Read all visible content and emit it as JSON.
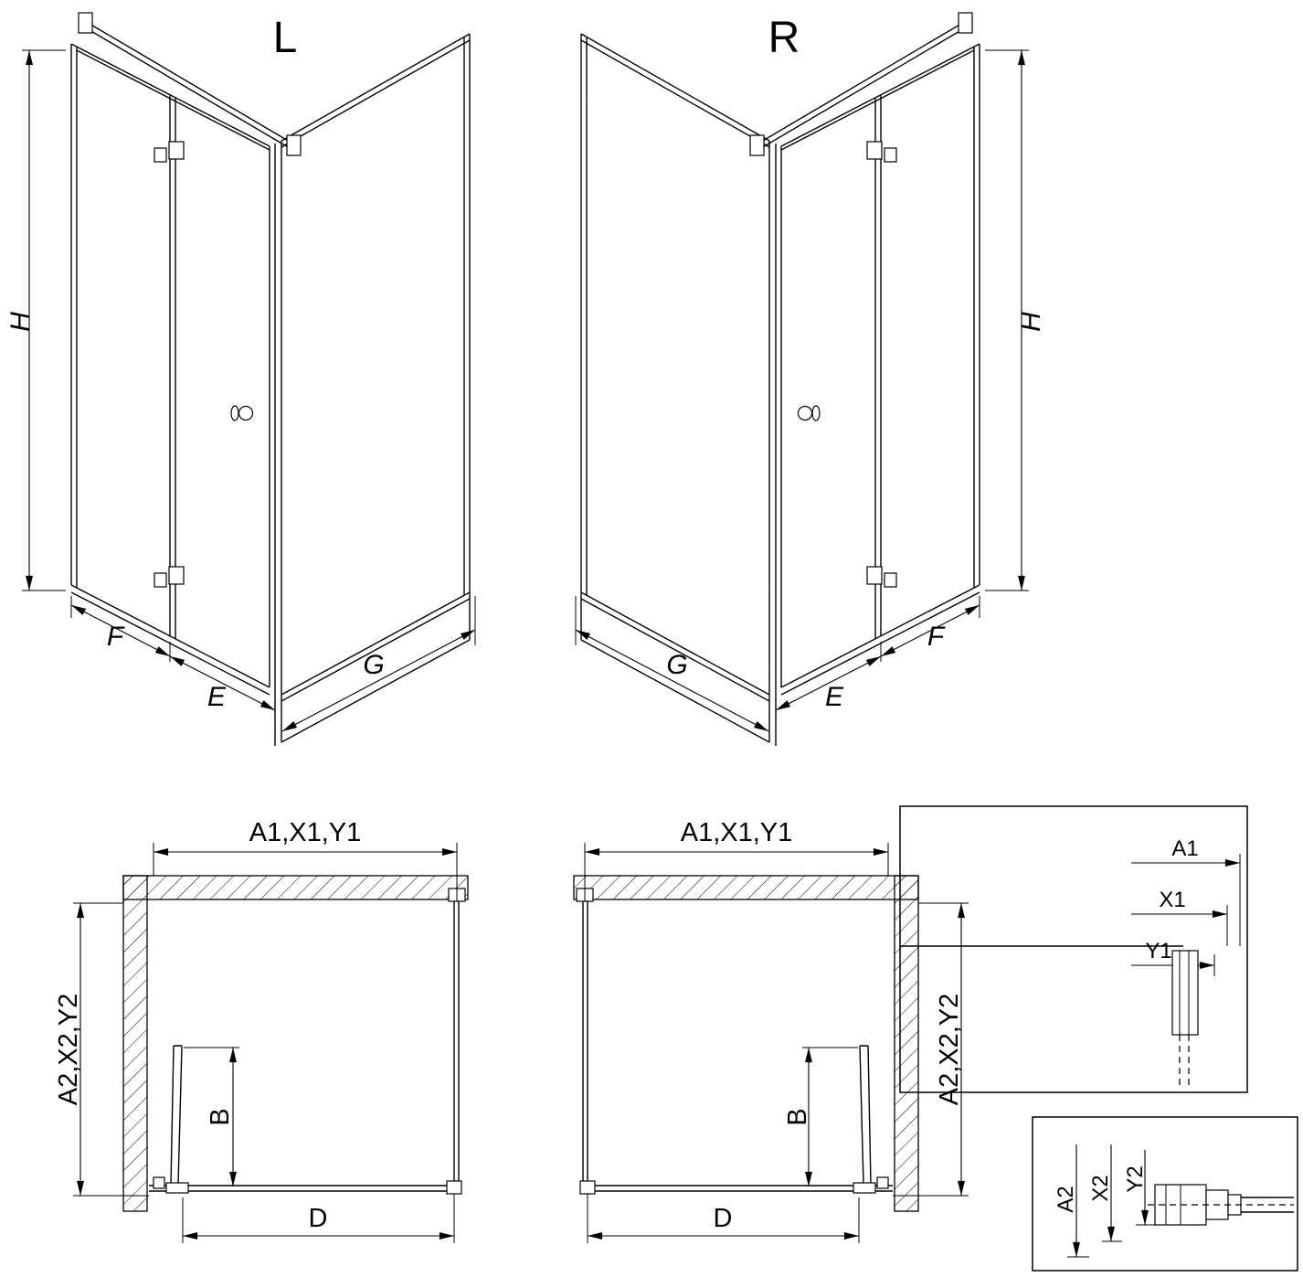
{
  "diagram": {
    "variant_left": {
      "label": "L",
      "dims": {
        "height": "H",
        "fixed": "F",
        "door": "E",
        "side": "G"
      }
    },
    "variant_right": {
      "label": "R",
      "dims": {
        "height": "H",
        "fixed": "F",
        "door": "E",
        "side": "G"
      }
    },
    "plan_left": {
      "width": "A1,X1,Y1",
      "depth": "A2,X2,Y2",
      "door_projection": "B",
      "entry": "D"
    },
    "plan_right": {
      "width": "A1,X1,Y1",
      "depth": "A2,X2,Y2",
      "door_projection": "B",
      "entry": "D"
    },
    "detail_width": {
      "a1": "A1",
      "x1": "X1",
      "y1": "Y1"
    },
    "detail_depth": {
      "a2": "A2",
      "x2": "X2",
      "y2": "Y2"
    }
  }
}
